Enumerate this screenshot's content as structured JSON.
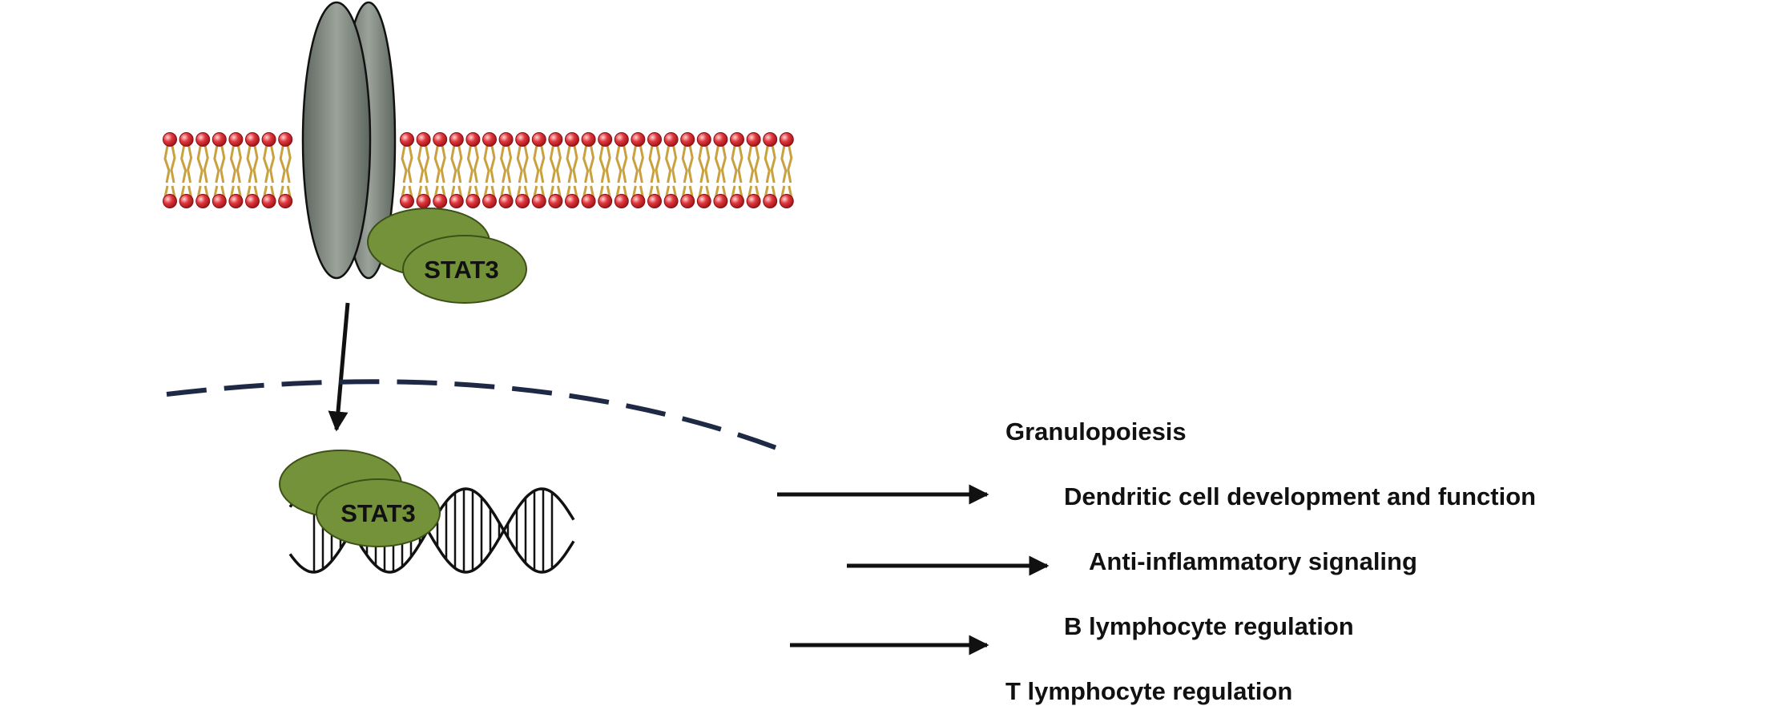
{
  "proteins": {
    "membrane_stat": "STAT3",
    "nuclear_stat": "STAT3"
  },
  "outcomes": [
    "Granulopoiesis",
    "Dendritic cell development and function",
    "Anti-inflammatory signaling",
    "B lymphocyte regulation",
    "T lymphocyte regulation"
  ],
  "colors": {
    "receptor": "#7f8a80",
    "stat3": "#74923a",
    "lipid_head": "#d8262c",
    "lipid_tail": "#c9a13f",
    "nuclear_envelope": "#1e2a45",
    "arrow": "#111111"
  }
}
